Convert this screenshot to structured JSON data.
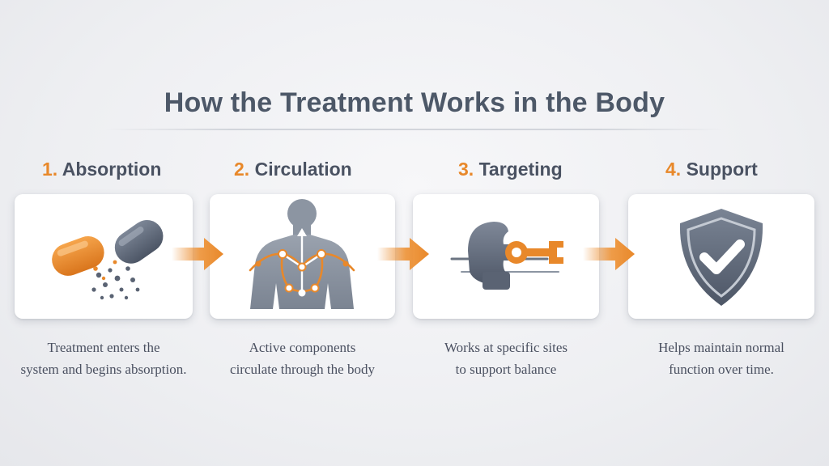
{
  "title": "How the Treatment Works in the Body",
  "steps": [
    {
      "number": "1.",
      "name": "Absorption",
      "icon": "capsule-icon",
      "description": [
        "Treatment enters the",
        "system and begins absorption."
      ]
    },
    {
      "number": "2.",
      "name": "Circulation",
      "icon": "body-circulation-icon",
      "description": [
        "Active components",
        "circulate through the body"
      ]
    },
    {
      "number": "3.",
      "name": "Targeting",
      "icon": "receptor-targeting-icon",
      "description": [
        "Works at specific sites",
        "to support balance"
      ]
    },
    {
      "number": "4.",
      "name": "Support",
      "icon": "shield-check-icon",
      "description": [
        "Helps maintain normal",
        "function over time."
      ]
    }
  ],
  "colors": {
    "accent": "#e8882a",
    "slate": "#5f6877",
    "title": "#4d5868"
  }
}
